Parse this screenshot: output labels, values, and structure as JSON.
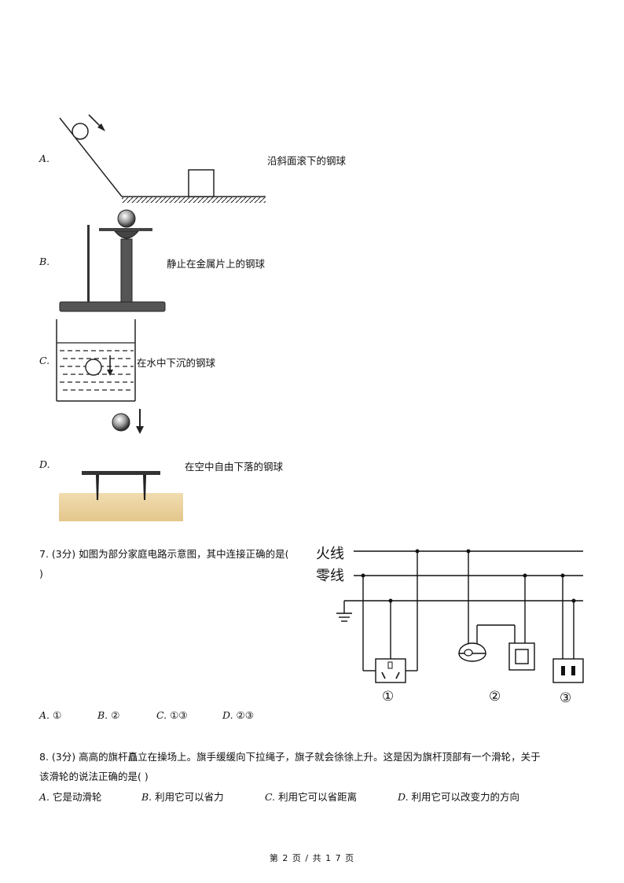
{
  "question6": {
    "options": [
      {
        "letter": "A.",
        "caption": "沿斜面滚下的钢球"
      },
      {
        "letter": "B.",
        "caption": "静止在金属片上的钢球"
      },
      {
        "letter": "C.",
        "caption": "在水中下沉的钢球"
      },
      {
        "letter": "D.",
        "caption": "在空中自由下落的钢球"
      }
    ]
  },
  "question7": {
    "number": "7.",
    "score": "(3分)",
    "stem_line1": "如图为部分家庭电路示意图，其中连接正确的是(",
    "stem_line2": ")",
    "circuit": {
      "live_label": "火线",
      "neutral_label": "零线",
      "marks": [
        "①",
        "②",
        "③"
      ]
    },
    "choices": [
      {
        "letter": "A.",
        "text": "①"
      },
      {
        "letter": "B.",
        "text": "②"
      },
      {
        "letter": "C.",
        "text": "①③"
      },
      {
        "letter": "D.",
        "text": "②③"
      }
    ]
  },
  "question8": {
    "number": "8.",
    "score": "(3分)",
    "stem_line1": "高高的旗杆矗立在操场上。旗手缓缓向下拉绳子，旗子就会徐徐上升。这是因为旗杆顶部有一个滑轮，关于",
    "stem_line2": "该滑轮的说法正确的是(   )",
    "choices": [
      {
        "letter": "A.",
        "text": "它是动滑轮"
      },
      {
        "letter": "B.",
        "text": "利用它可以省力"
      },
      {
        "letter": "C.",
        "text": "利用它可以省距离"
      },
      {
        "letter": "D.",
        "text": "利用它可以改变力的方向"
      }
    ]
  },
  "footer": {
    "page_text": "第 2 页  /  共 1 7 页"
  }
}
